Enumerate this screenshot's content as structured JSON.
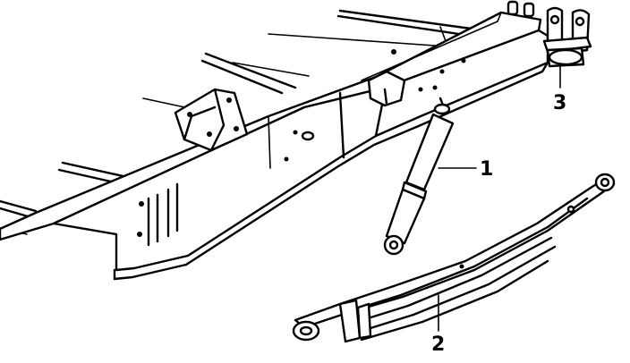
{
  "diagram": {
    "callouts": [
      {
        "id": "shock-absorber",
        "label": "1"
      },
      {
        "id": "leaf-spring",
        "label": "2"
      },
      {
        "id": "spring-shackle",
        "label": "3"
      }
    ]
  }
}
